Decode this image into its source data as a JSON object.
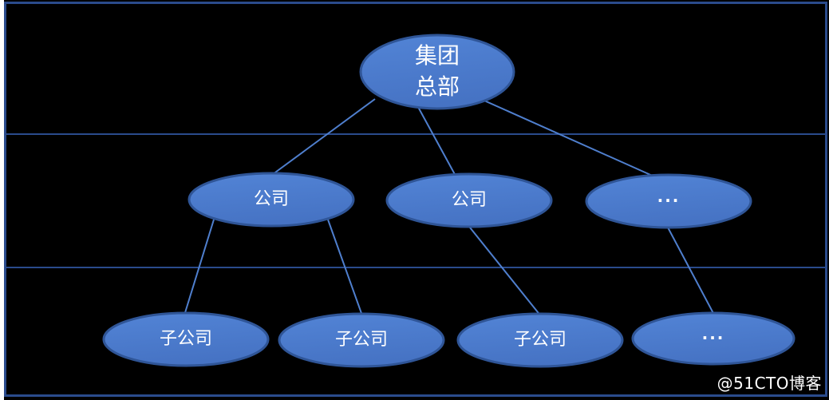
{
  "colors": {
    "background": "#000000",
    "frame": "#2a4b8c",
    "divider": "#2a4b8c",
    "connector": "#4f7fce",
    "node_fill": "#4673c4",
    "node_fill_highlight": "#5284d6",
    "node_stroke": "#2f5597",
    "text": "#ffffff"
  },
  "nodes": {
    "headquarters": {
      "line1": "集团",
      "line2": "总部"
    },
    "company1": {
      "label": "公司"
    },
    "company2": {
      "label": "公司"
    },
    "company_more": {
      "label": "..."
    },
    "subsidiary1": {
      "label": "子公司"
    },
    "subsidiary2": {
      "label": "子公司"
    },
    "subsidiary3": {
      "label": "子公司"
    },
    "subsidiary_more": {
      "label": "..."
    }
  },
  "watermark": {
    "text": "@51CTO博客"
  }
}
